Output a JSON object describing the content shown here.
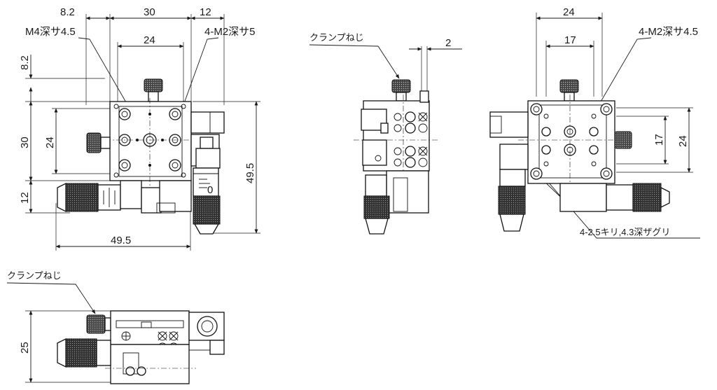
{
  "top_view": {
    "dim_top_left": "8.2",
    "dim_top_center": "30",
    "dim_top_right": "12",
    "dim_inner_24": "24",
    "dim_left_8_2": "8.2",
    "dim_left_30": "30",
    "dim_left_12": "12",
    "dim_left_24": "24",
    "dim_right_49_5": "49.5",
    "dim_bottom_49_5": "49.5",
    "callout_m4": "M4深サ4.5",
    "callout_m2": "4-M2深サ5",
    "micrometer_scale": "0"
  },
  "side_view": {
    "callout_clamp": "クランプねじ",
    "dim_2": "2"
  },
  "bottom_view": {
    "dim_top_24": "24",
    "dim_inner_17": "17",
    "dim_right_17": "17",
    "dim_right_24": "24",
    "callout_m2": "4-M2深サ4.5",
    "callout_holes": "4-2.5キリ,4.3深ザグリ"
  },
  "front_view": {
    "callout_clamp": "クランプねじ",
    "dim_25": "25"
  },
  "colors": {
    "line": "#1a1a1a",
    "knurl": "#3a3a3a",
    "background": "#ffffff"
  }
}
